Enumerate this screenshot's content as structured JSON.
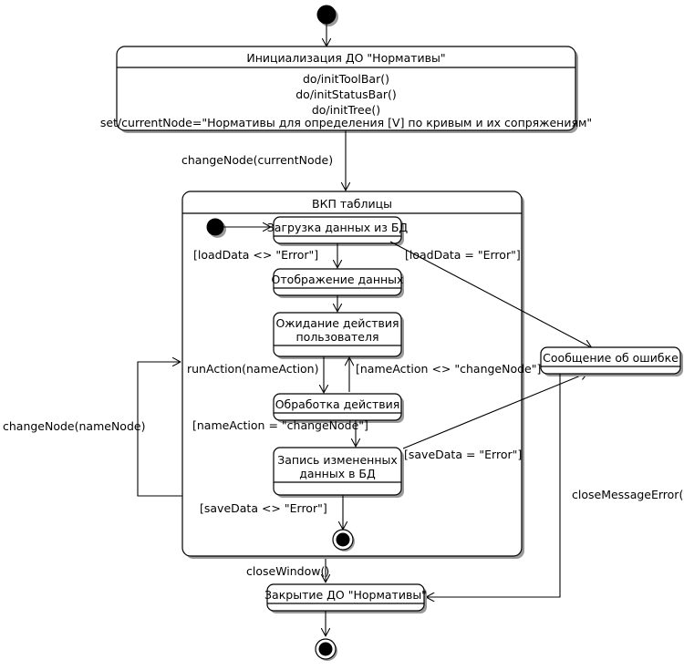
{
  "diagram": {
    "type": "uml-state-machine",
    "title": "",
    "language": "ru",
    "colors": {
      "background": "#ffffff",
      "stroke": "#000000",
      "shadow": "#9a9a9a",
      "fill": "#ffffff"
    }
  },
  "states": {
    "init_do": {
      "title": "Инициализация ДО \"Нормативы\"",
      "actions": [
        "do/initToolBar()",
        "do/initStatusBar()",
        "do/initTree()",
        "set/currentNode=\"Нормативы для определения [V] по кривым и их сопряжениям\""
      ]
    },
    "composite": {
      "title": "ВКП таблицы"
    },
    "load_data": {
      "title": "Загрузка данных из БД"
    },
    "show_data": {
      "title": "Отображение данных"
    },
    "wait_action": {
      "title_line1": "Ожидание действия",
      "title_line2": "пользователя"
    },
    "process_action": {
      "title": "Обработка действия"
    },
    "save_data": {
      "title_line1": "Запись измененных",
      "title_line2": "данных в БД"
    },
    "error_message": {
      "title": "Сообщение об ошибке"
    },
    "close_do": {
      "title": "Закрытие ДО \"Нормативы\""
    }
  },
  "transitions": {
    "start_to_init": {
      "label": ""
    },
    "init_to_composite": {
      "label": "changeNode(currentNode)"
    },
    "load_ok": {
      "label": "[loadData <> \"Error\"]"
    },
    "load_error": {
      "label": "[loadData = \"Error\"]"
    },
    "action_loop": {
      "label": "[nameAction <> \"changeNode\"]"
    },
    "run_action": {
      "label": "runAction(nameAction)"
    },
    "action_change_node": {
      "label": "[nameAction = \"changeNode\"]"
    },
    "save_error": {
      "label": "[saveData = \"Error\"]"
    },
    "save_ok": {
      "label": "[saveData <> \"Error\"]"
    },
    "change_node_back": {
      "label": "changeNode(nameNode)"
    },
    "close_window": {
      "label": "closeWindow()"
    },
    "close_message_error": {
      "label": "closeMessageError()"
    }
  }
}
